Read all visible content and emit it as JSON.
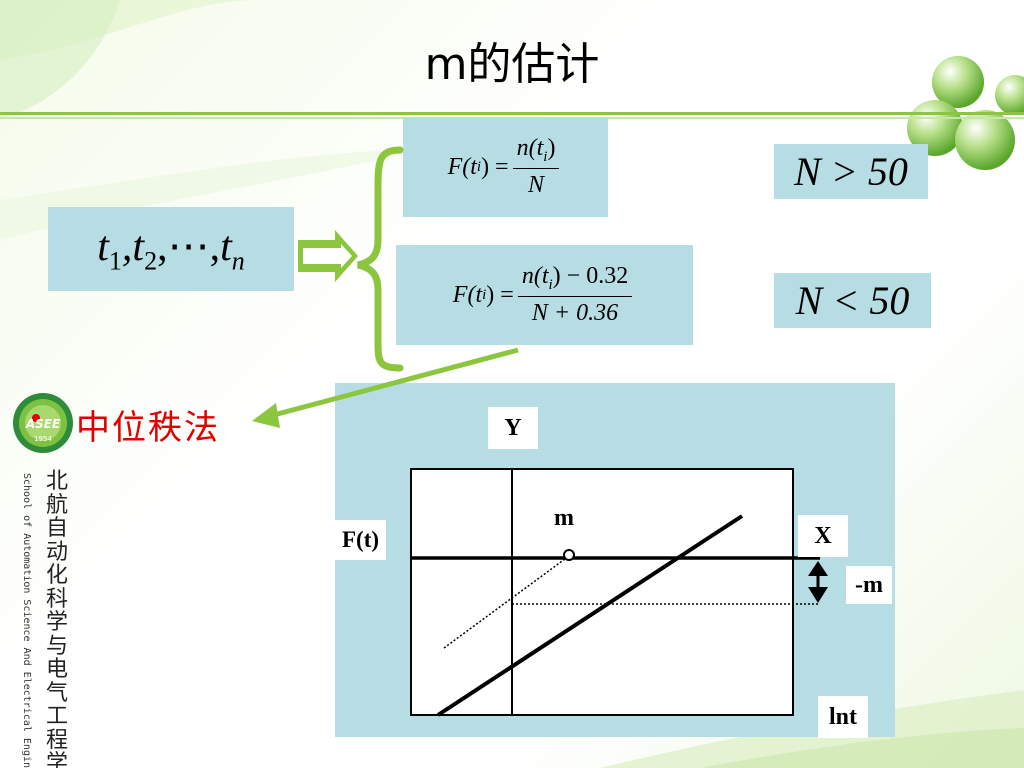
{
  "title": "m的估计",
  "sequence": {
    "t": "t",
    "sub1": "1",
    "sub2": "2",
    "dots": ",⋯,",
    "subn": "n"
  },
  "formula_large_n": {
    "lhs": "F(t",
    "lhs_sub": "i",
    "lhs_end": ") =",
    "num": "n(t",
    "num_sub": "i",
    "num_end": ")",
    "den": "N"
  },
  "formula_small_n": {
    "lhs": "F(t",
    "lhs_sub": "i",
    "lhs_end": ") =",
    "num": "n(t",
    "num_sub": "i",
    "num_end": ") − 0.32",
    "den": "N + 0.36"
  },
  "condition_large": "N > 50",
  "condition_small": "N < 50",
  "method_label": "中位秩法",
  "logo": {
    "icon": "asee-logo-icon",
    "text": "ASEE",
    "year": "1954"
  },
  "school": {
    "chinese": "北航自动化科学与电气工程学院",
    "english": "School of Automation Science And Electrical Engineering"
  },
  "diagram": {
    "y_label": "Y",
    "f_label": "F(t)",
    "m_label": "m",
    "x_label": "X",
    "neg_m_label": "-m",
    "lnt_label": "lnt"
  },
  "colors": {
    "accent_green": "#8cc63f",
    "box_bg": "#b6dde3",
    "method_red": "#e00000"
  }
}
